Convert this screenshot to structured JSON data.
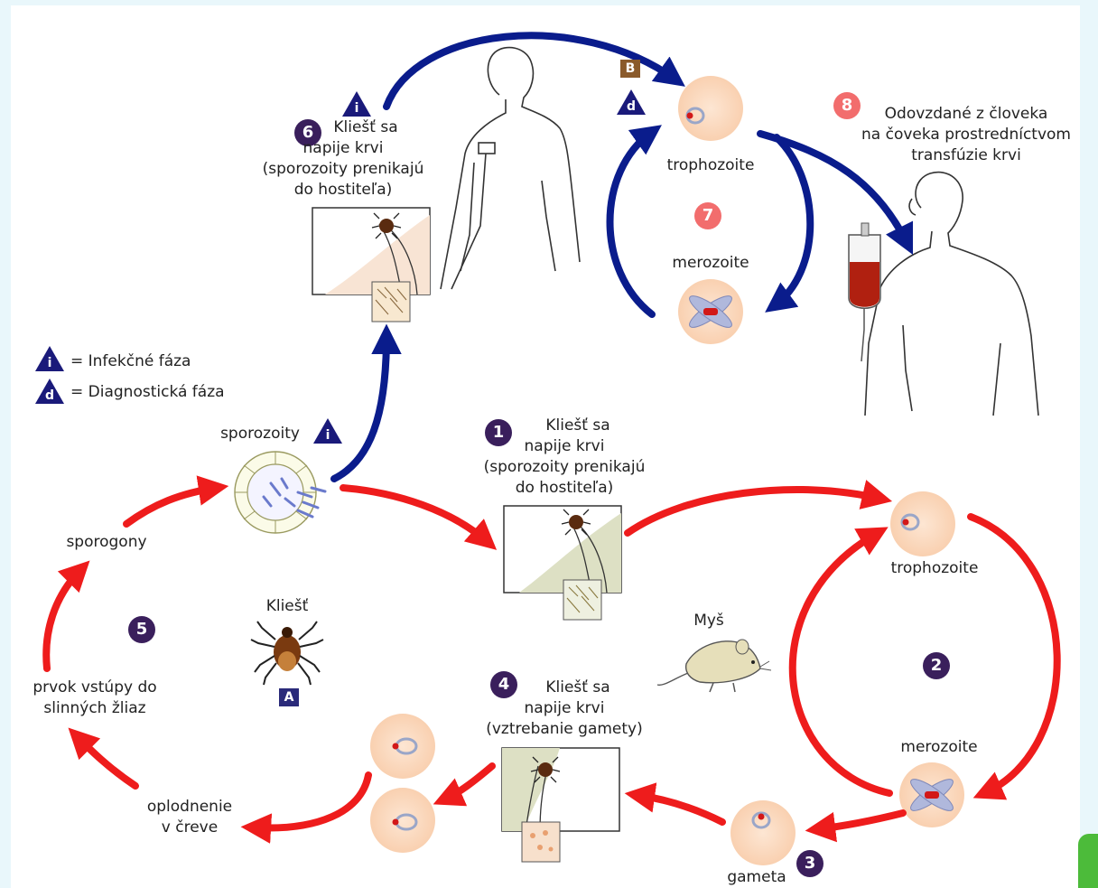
{
  "legend": {
    "infective_symbol": "i",
    "infective_text": "= Infekčné fáza",
    "diagnostic_symbol": "d",
    "diagnostic_text": "= Diagnostická fáza"
  },
  "human_cycle": {
    "step6_badge": "6",
    "step6_symbol": "i",
    "step6_text": [
      "Kliešť sa",
      "napije krvi",
      "(sporozoity prenikajú",
      "do hostiteľa)"
    ],
    "box_b": "B",
    "box_d": "d",
    "trophozoite": "trophozoite",
    "step7_badge": "7",
    "merozoite": "merozoite",
    "step8_badge": "8",
    "step8_text": [
      "Odovzdané z človeka",
      "na čoveka prostredníctvom",
      "transfúzie krvi"
    ]
  },
  "tick_cycle": {
    "sporozoity": "sporozoity",
    "sporozoity_symbol": "i",
    "sporogony": "sporogony",
    "step5_badge": "5",
    "tick_label": "Kliešť",
    "tick_box": "A",
    "salivary_text": [
      "prvok vstúpy do",
      "slinných žliaz"
    ],
    "fertilization_text": [
      "oplodnenie",
      "v čreve"
    ]
  },
  "mouse_cycle": {
    "step1_badge": "1",
    "step1_text": [
      "Kliešť sa",
      "napije krvi",
      "(sporozoity prenikajú",
      "do hostiteľa)"
    ],
    "trophozoite": "trophozoite",
    "mouse_label": "Myš",
    "step2_badge": "2",
    "merozoite": "merozoite",
    "step4_badge": "4",
    "step4_text": [
      "Kliešť sa",
      "napije krvi",
      "(vztrebanie gamety)"
    ],
    "gameta": "gameta",
    "step3_badge": "3"
  },
  "colors": {
    "background": "#e9f7fb",
    "panel": "#ffffff",
    "blue_arrow": "#0a1c8c",
    "red_arrow": "#ee1c1c",
    "cell": "#fbd9bf",
    "badge_purple": "#3a1f5c",
    "badge_pink": "#f26d6d"
  }
}
